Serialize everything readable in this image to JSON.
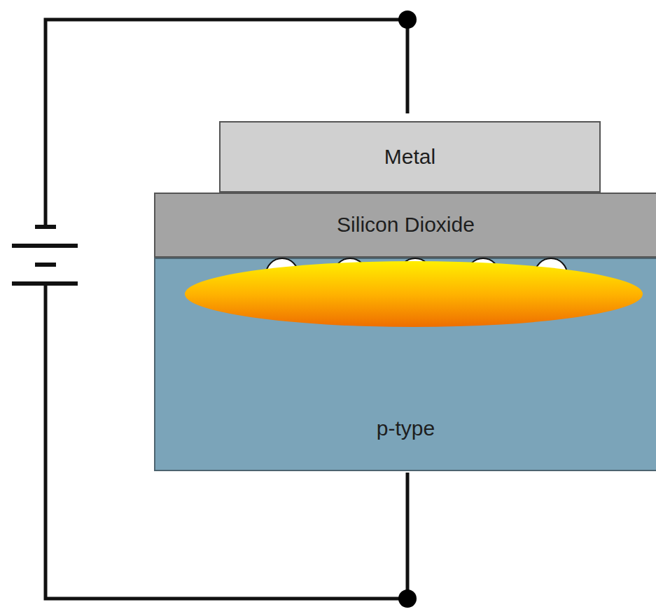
{
  "diagram": {
    "nodes": [
      {
        "text": [
          "Metal"
        ]
      },
      {
        "text": [
          "Silicon Dioxide"
        ]
      },
      {
        "text": [
          "p-type"
        ]
      }
    ]
  }
}
